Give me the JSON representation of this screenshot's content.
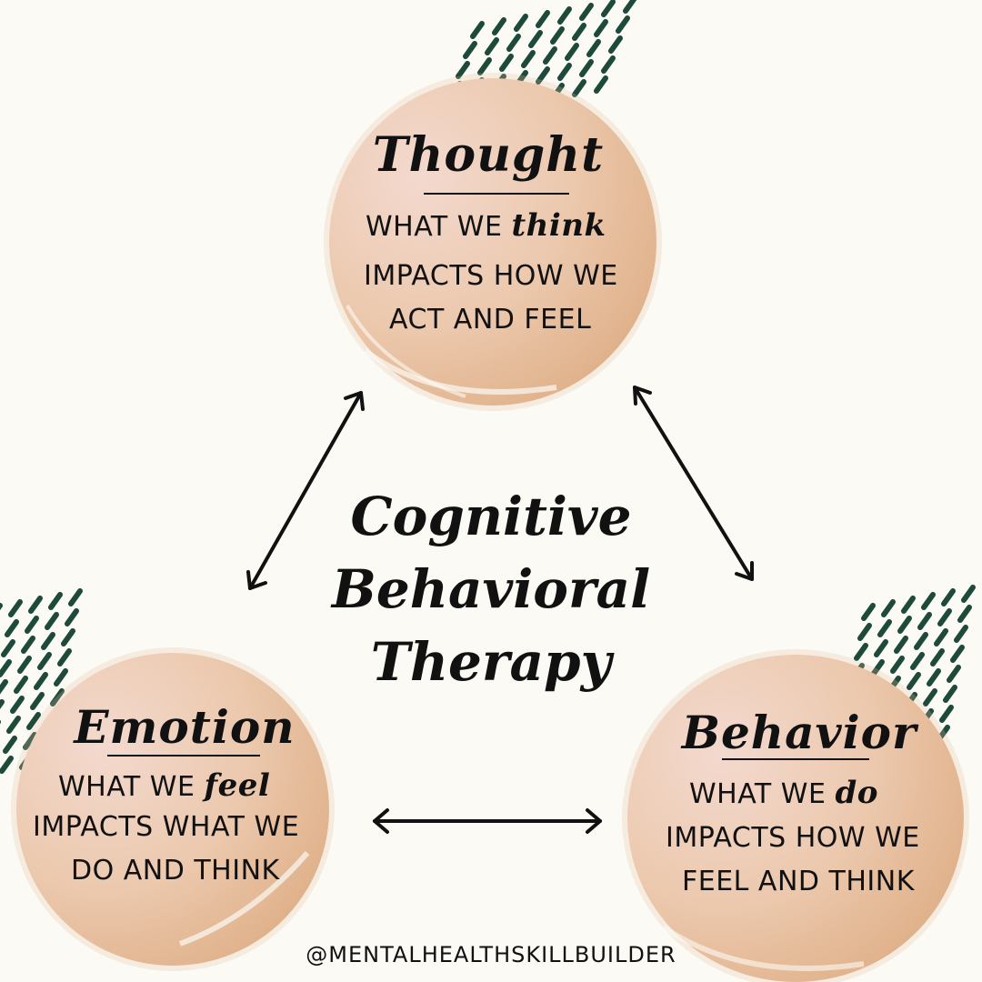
{
  "center": {
    "line1": "Cognitive",
    "line2": "Behavioral",
    "line3": "Therapy"
  },
  "nodes": {
    "thought": {
      "title": "Thought",
      "line1_prefix": "WHAT WE ",
      "line1_emph": "think",
      "line2": "IMPACTS HOW WE",
      "line3": "ACT AND FEEL"
    },
    "emotion": {
      "title": "Emotion",
      "line1_prefix": "WHAT WE ",
      "line1_emph": "feel",
      "line2": "IMPACTS WHAT WE",
      "line3": "DO AND THINK"
    },
    "behavior": {
      "title": "Behavior",
      "line1_prefix": "WHAT WE ",
      "line1_emph": "do",
      "line2": "IMPACTS HOW WE",
      "line3": "FEEL AND THINK"
    }
  },
  "footer": {
    "handle": "@MENTALHEALTHSKILLBUILDER"
  },
  "colors": {
    "background": "#fbfaf4",
    "circle": "#e8c0a0",
    "accent_green": "#1e4a3c",
    "ink": "#111111"
  }
}
